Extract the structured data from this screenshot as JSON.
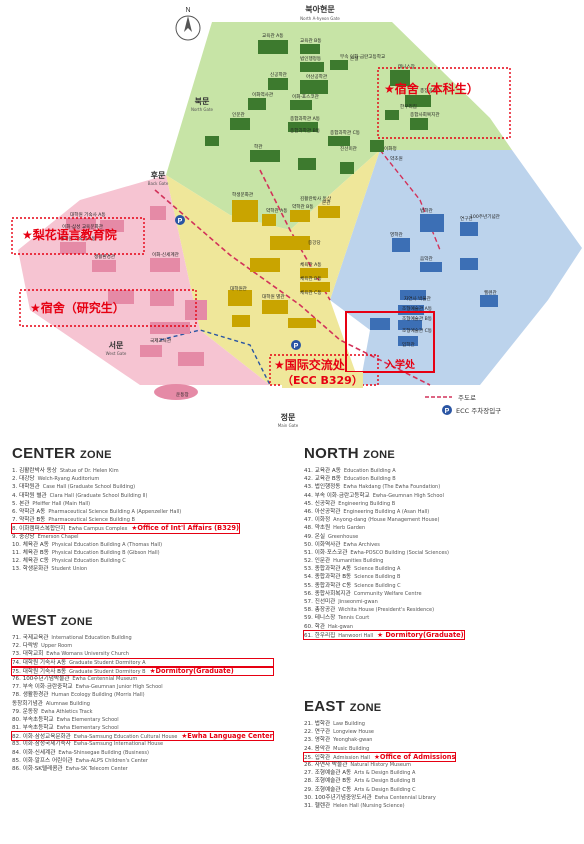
{
  "map": {
    "gates": {
      "north": {
        "ko": "북아현문",
        "en": "North A-hyeon Gate"
      },
      "north_gate": {
        "ko": "북문",
        "en": "North Gate"
      },
      "back": {
        "ko": "후문",
        "en": "Back Gate"
      },
      "west": {
        "ko": "서문",
        "en": "West Gate"
      },
      "main": {
        "ko": "정문",
        "en": "Main Gate"
      }
    },
    "compass_label": "N",
    "legend": {
      "walkway": "주도로",
      "parking": "ECC 주차장입구",
      "parking_icon": "P"
    },
    "callouts": {
      "language_center": "★梨花语言教育院",
      "dorm_grad": "★宿舍（研究生）",
      "dorm_undergrad": "★宿舍（本科生）",
      "intl_office_line1": "★国际交流处",
      "intl_office_line2": "（ECC B329）",
      "admissions_partial": "入学处"
    },
    "labels": [
      {
        "id": "41",
        "ko": "교육관 A동"
      },
      {
        "id": "42",
        "ko": "교육관 B동"
      },
      {
        "id": "43",
        "ko": "법인행정동"
      },
      {
        "id": "44",
        "ko": "부속 이화·금란고등학교"
      },
      {
        "id": "45",
        "ko": "신공학관"
      },
      {
        "id": "46",
        "ko": "아산공학관"
      },
      {
        "id": "47",
        "ko": "이화정"
      },
      {
        "id": "48",
        "ko": "약초원"
      },
      {
        "id": "49",
        "ko": "온실"
      },
      {
        "id": "50",
        "ko": "이화역사관"
      },
      {
        "id": "51",
        "ko": "이화·포스코관"
      },
      {
        "id": "52",
        "ko": "인문관"
      },
      {
        "id": "53",
        "ko": "종합과학관 A동"
      },
      {
        "id": "54",
        "ko": "종합과학관 B동"
      },
      {
        "id": "55",
        "ko": "종합과학관 C동"
      },
      {
        "id": "56",
        "ko": "종합사회복지관"
      },
      {
        "id": "57",
        "ko": "진선미관"
      },
      {
        "id": "58",
        "ko": "총장공관"
      },
      {
        "id": "59",
        "ko": "테니스장"
      },
      {
        "id": "60",
        "ko": "학관"
      },
      {
        "id": "61",
        "ko": "한우리집"
      },
      {
        "id": "1",
        "ko": "김활란박사 동상"
      },
      {
        "id": "3",
        "ko": "대학원관"
      },
      {
        "id": "4",
        "ko": "대학원 별관"
      },
      {
        "id": "5",
        "ko": "본관"
      },
      {
        "id": "6",
        "ko": "약학관 A동"
      },
      {
        "id": "7",
        "ko": "약학관 B동"
      },
      {
        "id": "9",
        "ko": "중강당"
      },
      {
        "id": "10",
        "ko": "체육관 A동"
      },
      {
        "id": "11",
        "ko": "체육관 B동"
      },
      {
        "id": "12",
        "ko": "체육관 C동"
      },
      {
        "id": "13",
        "ko": "학생문화관"
      },
      {
        "id": "21",
        "ko": "법학관"
      },
      {
        "id": "22",
        "ko": "연구관"
      },
      {
        "id": "23",
        "ko": "영학관"
      },
      {
        "id": "24",
        "ko": "음악관"
      },
      {
        "id": "25",
        "ko": "입학관"
      },
      {
        "id": "26",
        "ko": "자연사 박물관"
      },
      {
        "id": "27",
        "ko": "조형예술관 A동"
      },
      {
        "id": "28",
        "ko": "조형예술관 B동"
      },
      {
        "id": "29",
        "ko": "조형예술관 C동"
      },
      {
        "id": "30",
        "ko": "100주년기념관"
      },
      {
        "id": "31",
        "ko": "헬렌관"
      },
      {
        "id": "71",
        "ko": "국제교육관"
      },
      {
        "id": "72",
        "ko": "대학원 기숙사 A동"
      },
      {
        "id": "74",
        "ko": "대학원 기숙사 B동"
      },
      {
        "id": "76",
        "ko": "생활환경관"
      },
      {
        "id": "79",
        "ko": "운동장"
      },
      {
        "id": "82",
        "ko": "이화·삼성 교육문화관"
      },
      {
        "id": "84",
        "ko": "이화·신세계관"
      }
    ]
  },
  "zones": {
    "center": {
      "title": "CENTER",
      "suffix": "ZONE",
      "items": [
        {
          "num": "1.",
          "ko": "김활란박사 동상",
          "en": "Statue of Dr. Helen Kim"
        },
        {
          "num": "2.",
          "ko": "대강당",
          "en": "Welch-Ryang Auditorium"
        },
        {
          "num": "3.",
          "ko": "대학원관",
          "en": "Case Hall (Graduate School Building)"
        },
        {
          "num": "4.",
          "ko": "대학원 별관",
          "en": "Clara Hall (Graduate School Building II)"
        },
        {
          "num": "5.",
          "ko": "본관",
          "en": "Pfeiffer Hall (Main Hall)"
        },
        {
          "num": "6.",
          "ko": "약학관 A동",
          "en": "Pharmaceutical Science Building A (Appenzeller Hall)"
        },
        {
          "num": "7.",
          "ko": "약학관 B동",
          "en": "Pharmaceutical Science Building B"
        },
        {
          "num": "8.",
          "ko": "이화캠퍼스복합단지",
          "en": "Ewha Campus Complex",
          "note": "★Office of Int'l Affairs (B329)",
          "boxed": true
        },
        {
          "num": "9.",
          "ko": "중강당",
          "en": "Emerson Chapel"
        },
        {
          "num": "10.",
          "ko": "체육관 A동",
          "en": "Physical Education Building A (Thomas Hall)"
        },
        {
          "num": "11.",
          "ko": "체육관 B동",
          "en": "Physical Education Building B (Gibson Hall)"
        },
        {
          "num": "12.",
          "ko": "체육관 C동",
          "en": "Physical Education Building C"
        },
        {
          "num": "13.",
          "ko": "학생문화관",
          "en": "Student Union"
        }
      ]
    },
    "west": {
      "title": "WEST",
      "suffix": "ZONE",
      "items": [
        {
          "num": "71.",
          "ko": "국제교육관",
          "en": "International Education Building"
        },
        {
          "num": "72.",
          "ko": "다락방",
          "en": "Upper Room"
        },
        {
          "num": "73.",
          "ko": "대학교회",
          "en": "Ewha Womans University Church"
        },
        {
          "num": "74.",
          "ko": "대학원 기숙사 A동",
          "en": "Graduate Student Dormitory A",
          "boxed": true
        },
        {
          "num": "75.",
          "ko": "대학원 기숙사 B동",
          "en": "Graduate Student Dormitory B",
          "note": "★Dormitory(Graduate)",
          "boxed": true
        },
        {
          "num": "76.",
          "ko": "100주년기념박물관",
          "en": "Ewha Centennial Museum"
        },
        {
          "num": "77.",
          "ko": "부속 이화·금란중학교",
          "en": "Ewha-Geumnan Junior High School"
        },
        {
          "num": "78.",
          "ko": "생활환경관",
          "en": "Human Ecology Building (Morris Hall)"
        },
        {
          "num": "",
          "ko": "동창회기념관",
          "en": "Alumnae Building"
        },
        {
          "num": "79.",
          "ko": "운동장",
          "en": "Ewha Athletics Track"
        },
        {
          "num": "80.",
          "ko": "부속초등학교",
          "en": "Ewha Elementary School"
        },
        {
          "num": "81.",
          "ko": "부속초등학교",
          "en": "Ewha Elementary School"
        },
        {
          "num": "82.",
          "ko": "이화·삼성교육문화관",
          "en": "Ewha-Samsung Education Cultural House",
          "note": "★Ewha Language Center",
          "boxed": true
        },
        {
          "num": "83.",
          "ko": "이화·삼성국제기숙사",
          "en": "Ewha-Samsung International House"
        },
        {
          "num": "84.",
          "ko": "이화·신세계관",
          "en": "Ewha-Shinsegae Building (Business)"
        },
        {
          "num": "85.",
          "ko": "이화·알프스 어린이관",
          "en": "Ewha-ALPS Children's Center"
        },
        {
          "num": "86.",
          "ko": "이화·SK텔레콤관",
          "en": "Ewha-SK Telecom Center"
        }
      ]
    },
    "north": {
      "title": "NORTH",
      "suffix": "ZONE",
      "items": [
        {
          "num": "41.",
          "ko": "교육관 A동",
          "en": "Education Building A"
        },
        {
          "num": "42.",
          "ko": "교육관 B동",
          "en": "Education Building B"
        },
        {
          "num": "43.",
          "ko": "법인행정동",
          "en": "Ewha Hakdang (The Ewha Foundation)"
        },
        {
          "num": "44.",
          "ko": "부속 이화·금란고등학교",
          "en": "Ewha-Geumnan High School"
        },
        {
          "num": "45.",
          "ko": "신공학관",
          "en": "Engineering Building B"
        },
        {
          "num": "46.",
          "ko": "아산공학관",
          "en": "Engineering Building A (Asan Hall)"
        },
        {
          "num": "47.",
          "ko": "이화정",
          "en": "Anyong-dang (House Management House)"
        },
        {
          "num": "48.",
          "ko": "약초원",
          "en": "Herb Garden"
        },
        {
          "num": "49.",
          "ko": "온실",
          "en": "Greenhouse"
        },
        {
          "num": "50.",
          "ko": "이화역사관",
          "en": "Ewha Archives"
        },
        {
          "num": "51.",
          "ko": "이화·포스코관",
          "en": "Ewha-POSCO Building (Social Sciences)"
        },
        {
          "num": "52.",
          "ko": "인문관",
          "en": "Humanities Building"
        },
        {
          "num": "53.",
          "ko": "종합과학관 A동",
          "en": "Science Building A"
        },
        {
          "num": "54.",
          "ko": "종합과학관 B동",
          "en": "Science Building B"
        },
        {
          "num": "55.",
          "ko": "종합과학관 C동",
          "en": "Science Building C"
        },
        {
          "num": "56.",
          "ko": "종합사회복지관",
          "en": "Community Welfare Centre"
        },
        {
          "num": "57.",
          "ko": "진선미관",
          "en": "Jinseonmi-gwan"
        },
        {
          "num": "58.",
          "ko": "총장공관",
          "en": "Wichita House (President's Residence)"
        },
        {
          "num": "59.",
          "ko": "테니스장",
          "en": "Tennis Court"
        },
        {
          "num": "60.",
          "ko": "학관",
          "en": "Hak-gwan"
        },
        {
          "num": "61.",
          "ko": "한우리집",
          "en": "Hanwoori Hall",
          "note": "★ Dormitory(Graduate)",
          "boxed": true
        }
      ]
    },
    "east": {
      "title": "EAST",
      "suffix": "ZONE",
      "items": [
        {
          "num": "21.",
          "ko": "법학관",
          "en": "Law Building"
        },
        {
          "num": "22.",
          "ko": "연구관",
          "en": "Longview House"
        },
        {
          "num": "23.",
          "ko": "영학관",
          "en": "Yeonghak-gwan"
        },
        {
          "num": "24.",
          "ko": "음악관",
          "en": "Music Building"
        },
        {
          "num": "25.",
          "ko": "입학관",
          "en": "Admission Hall",
          "note": "★Office of Admissions",
          "boxed": true
        },
        {
          "num": "26.",
          "ko": "자연사 박물관",
          "en": "Natural History Museum"
        },
        {
          "num": "27.",
          "ko": "조형예술관 A동",
          "en": "Arts & Design Building A"
        },
        {
          "num": "28.",
          "ko": "조형예술관 B동",
          "en": "Arts & Design Building B"
        },
        {
          "num": "29.",
          "ko": "조형예술관 C동",
          "en": "Arts & Design Building C"
        },
        {
          "num": "30.",
          "ko": "100주년기념중앙도서관",
          "en": "Ewha Centennial Library"
        },
        {
          "num": "31.",
          "ko": "헬렌관",
          "en": "Helen Hall (Nursing Science)"
        }
      ]
    }
  },
  "colors": {
    "pink": "#f6c4d2",
    "yellow": "#efe79a",
    "green": "#c7e4a6",
    "blue": "#bcd3ec",
    "accent_red": "#e60012",
    "building_green": "#3d7a2e",
    "building_pink": "#e58aa6",
    "building_yellow": "#c9a400",
    "building_blue": "#3c6fb5",
    "zone_title": "#2a2a2a"
  }
}
